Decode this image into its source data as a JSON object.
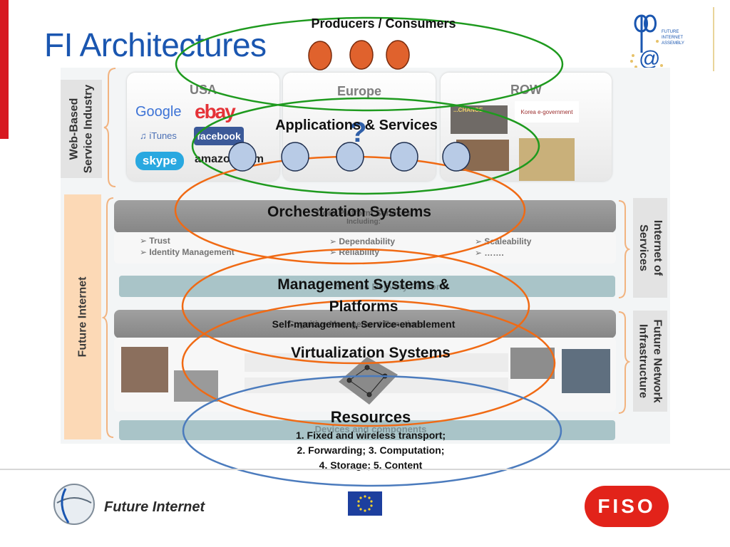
{
  "title": "FI Architectures",
  "producers_consumers": "Producers / Consumers",
  "web_industry": {
    "side_label_line1": "Web-Based",
    "side_label_line2": "Service Industry",
    "regions": [
      {
        "name": "USA",
        "logos": [
          "Google",
          "ebay",
          "iTunes",
          "facebook",
          "skype",
          "amazon.com"
        ]
      },
      {
        "name": "Europe"
      },
      {
        "name": "ROW",
        "logos": [
          "Korea e-government",
          "...CHANGE"
        ]
      }
    ]
  },
  "apps_services": {
    "title": "Applications & Services",
    "mark": "?"
  },
  "orchestration": {
    "title": "Orchestration Systems",
    "band_text": "Core Platform Services",
    "band_sub": "Including:",
    "features": [
      "➢ Trust",
      "➢ Dependability",
      "➢ Scaleability",
      "➢ Identity Management",
      "➢ Reliability",
      "➢ ……."
    ]
  },
  "management": {
    "title_line1": "Management Systems &",
    "title_line2": "Platforms",
    "sub": "Self-management, Service-enablement",
    "teal_text": "Service Delivery Platform",
    "under_text": "Cognitive Management Functions"
  },
  "virtualization": {
    "title": "Virtualization Systems"
  },
  "resources": {
    "title": "Resources",
    "line1": "1. Fixed and wireless transport;",
    "line2": "2. Forwarding;   3. Computation;",
    "line3": "4. Storage;   5. Content",
    "bottom_band": "Devices and components"
  },
  "future_internet_label": "Future Internet",
  "internet_of_services_line1": "Internet of",
  "internet_of_services_line2": "Services",
  "future_network_line1": "Future Network",
  "future_network_line2": "Infrastructure",
  "footer": {
    "logo_text": "Future Internet",
    "fiso": "FISO"
  },
  "assembly_logo_text": [
    "FUTURE",
    "INTERNET",
    "ASSEMBLY"
  ],
  "colors": {
    "title_blue": "#1a56b0",
    "green": "#1e9a1e",
    "orange": "#f06a14",
    "blue": "#4b7bbd",
    "producer_fill": "#e0622d",
    "service_fill": "#b8cbe6",
    "fiso_red": "#e2231a"
  }
}
